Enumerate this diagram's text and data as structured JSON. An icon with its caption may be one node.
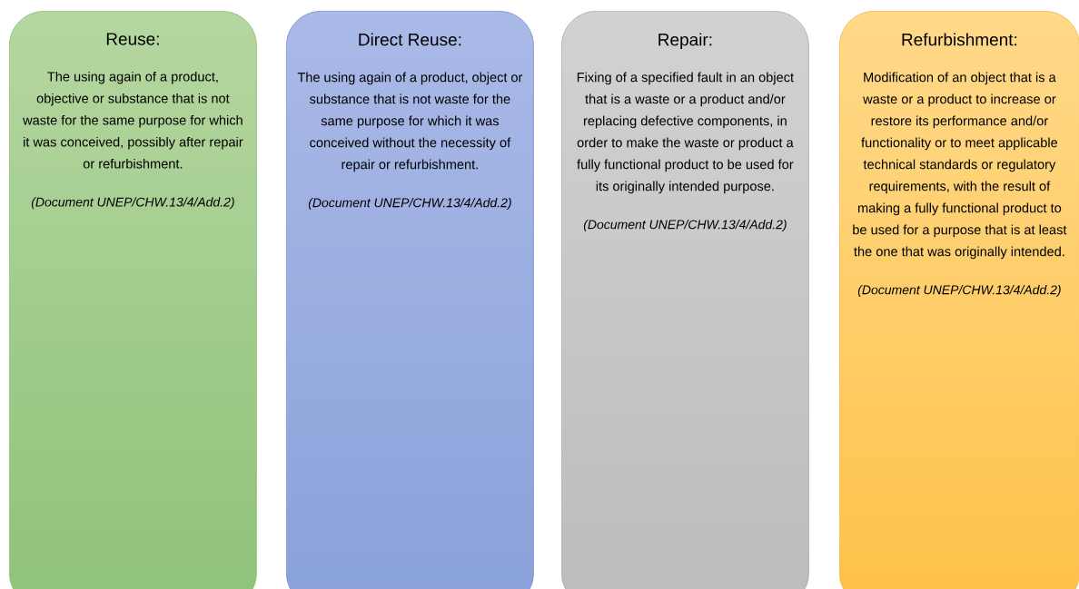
{
  "diagram": {
    "nodes": [
      {
        "text": [
          "Reuse:",
          "The using again of a product, objective or substance that is not waste for the same purpose for which it was conceived, possibly after repair or refurbishment.",
          "(Document UNEP/CHW.13/4/Add.2)"
        ]
      },
      {
        "text": [
          "Direct Reuse:",
          "The using again of a product, object or substance that is not waste for the same purpose for which it was conceived without the necessity of repair or refurbishment.",
          "(Document UNEP/CHW.13/4/Add.2)"
        ]
      },
      {
        "text": [
          "Repair:",
          "Fixing of a specified fault in an object that is a waste or a product and/or replacing defective components, in order to make the waste or product a fully functional product to be used for its originally intended purpose.",
          "(Document UNEP/CHW.13/4/Add.2)"
        ]
      },
      {
        "text": [
          "Refurbishment:",
          "Modification of an object that is a waste or a product to increase or restore its performance and/or functionality or to meet applicable technical standards or regulatory requirements, with the result of making a fully functional product to be used for a purpose that is at least the one that was originally intended.",
          "(Document UNEP/CHW.13/4/Add.2)"
        ]
      }
    ]
  }
}
